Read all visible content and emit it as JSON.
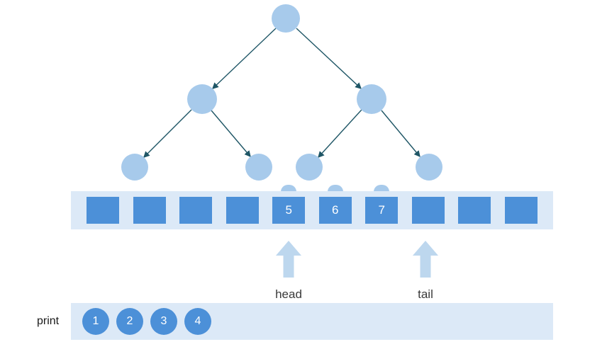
{
  "colors": {
    "node_fill": "#A7CAEB",
    "edge_stroke": "#1F5666",
    "cell_fill": "#4C90D8",
    "band_fill": "#DCE9F7",
    "pointer_fill": "#BDD7EE",
    "text_dark": "#3A3A3A",
    "cell_text": "#FFFFFF"
  },
  "tree": {
    "node_count": 7,
    "levels": 3
  },
  "queue": {
    "cells": [
      "",
      "",
      "",
      "",
      "5",
      "6",
      "7",
      "",
      "",
      ""
    ]
  },
  "pointers": {
    "head_label": "head",
    "tail_label": "tail"
  },
  "output": {
    "label": "print",
    "items": [
      "1",
      "2",
      "3",
      "4"
    ]
  }
}
